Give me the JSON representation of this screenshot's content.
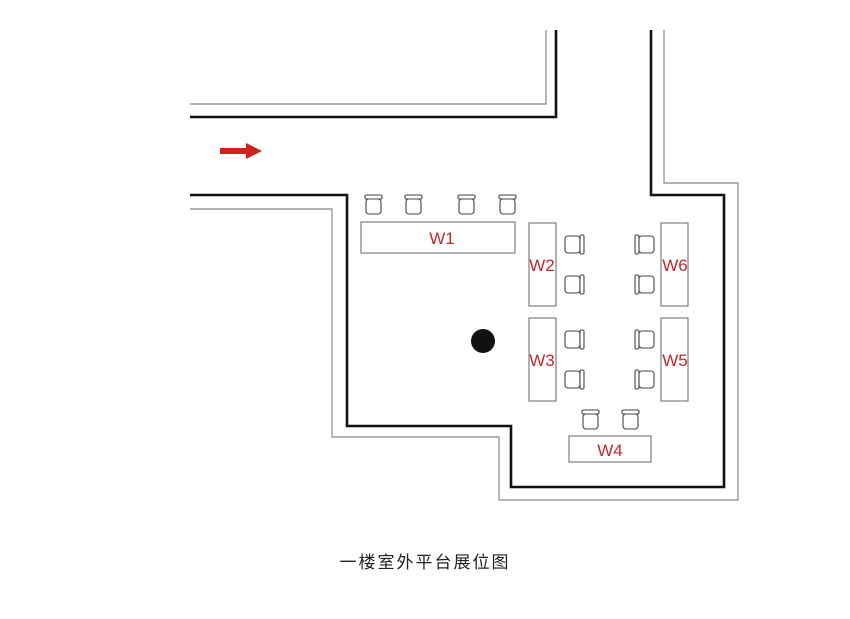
{
  "caption": "一楼室外平台展位图",
  "booths": [
    {
      "id": "W1"
    },
    {
      "id": "W2"
    },
    {
      "id": "W3"
    },
    {
      "id": "W4"
    },
    {
      "id": "W5"
    },
    {
      "id": "W6"
    }
  ],
  "colors": {
    "label": "#c0282d",
    "arrow": "#d0221c",
    "wall": "#111111",
    "outer_wall": "#888888"
  },
  "icons": {
    "arrow": "entrance-arrow-icon",
    "chair": "chair-icon",
    "column": "pillar-icon"
  }
}
